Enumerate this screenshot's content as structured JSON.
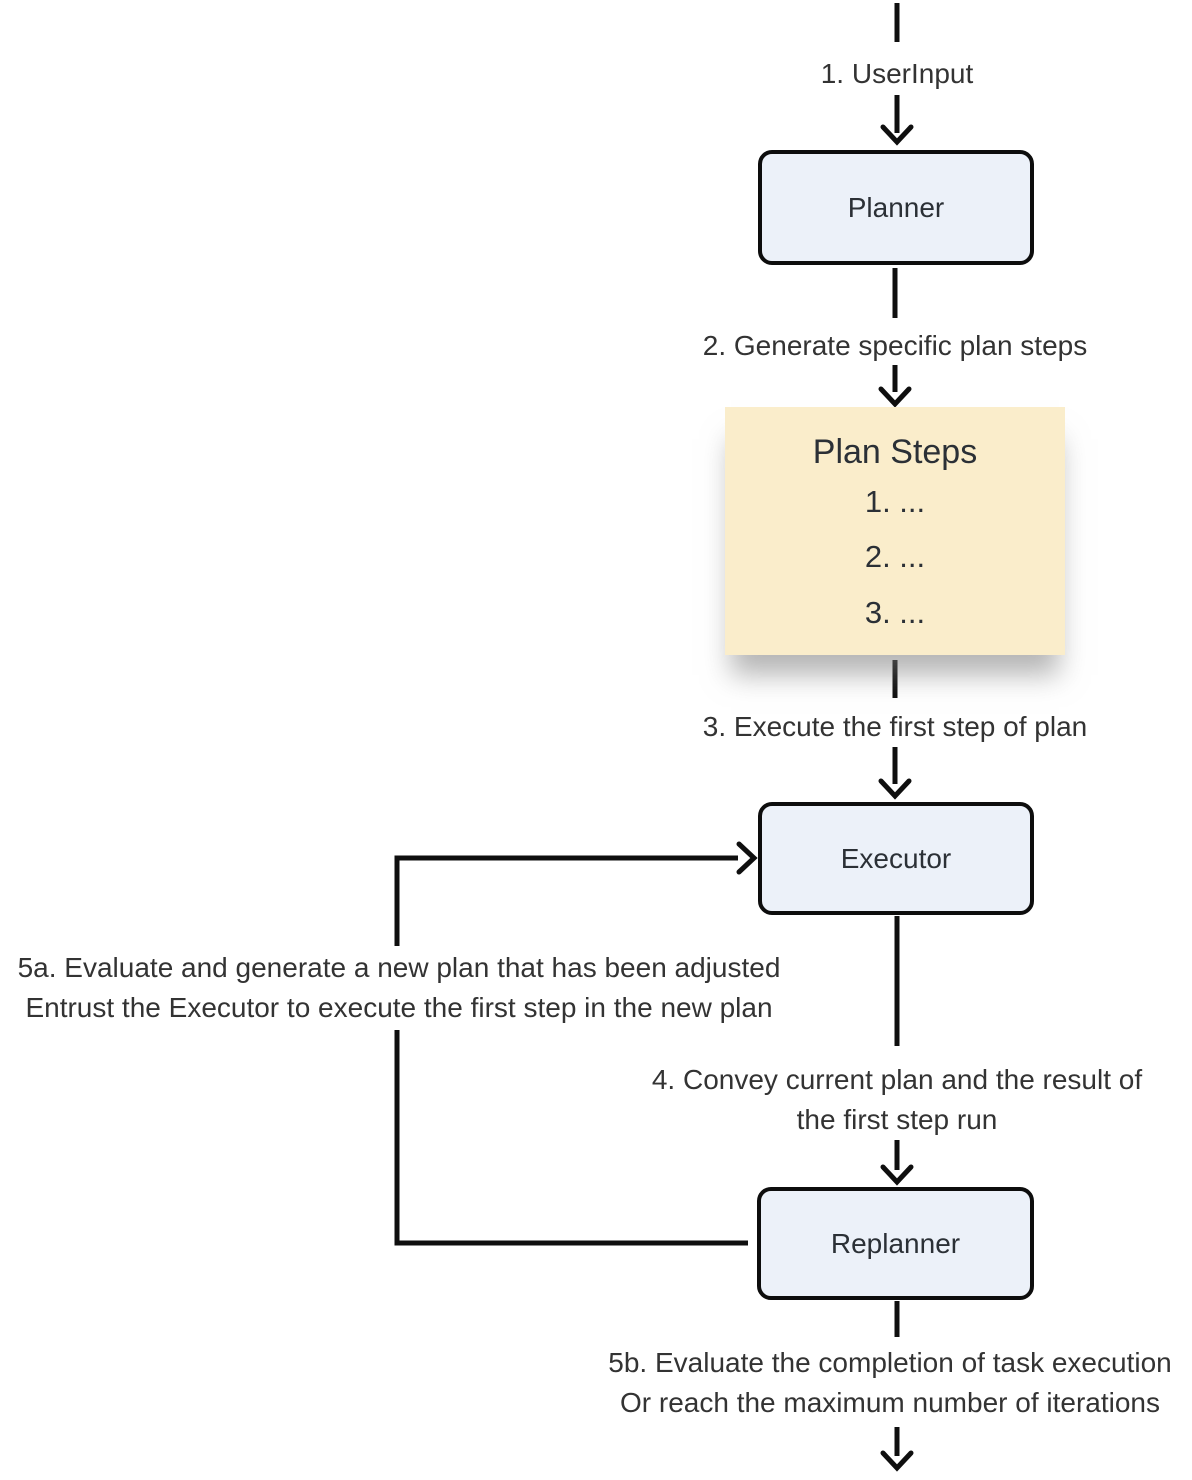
{
  "diagram": {
    "nodes": {
      "planner": {
        "label": "Planner"
      },
      "executor": {
        "label": "Executor"
      },
      "replanner": {
        "label": "Replanner"
      },
      "plan_steps": {
        "title": "Plan Steps",
        "items": [
          "1. ...",
          "2. ...",
          "3. ..."
        ]
      }
    },
    "edge_labels": {
      "step1": "1. UserInput",
      "step2": "2. Generate specific plan steps",
      "step3": "3. Execute the first step of plan",
      "step4_line1": "4. Convey current plan and the result of",
      "step4_line2": "the first step run",
      "step5a_line1": "5a. Evaluate and generate a new plan that has been adjusted",
      "step5a_line2": "Entrust the Executor to execute the first step in the new plan",
      "step5b_line1": "5b. Evaluate the completion of task execution",
      "step5b_line2": "Or reach the maximum number of iterations"
    },
    "colors": {
      "node_fill": "#ECF1F9",
      "node_border": "#0D0D0D",
      "plan_steps_fill": "#FAEDCB",
      "text": "#333333",
      "line": "#0F0F0F"
    }
  }
}
